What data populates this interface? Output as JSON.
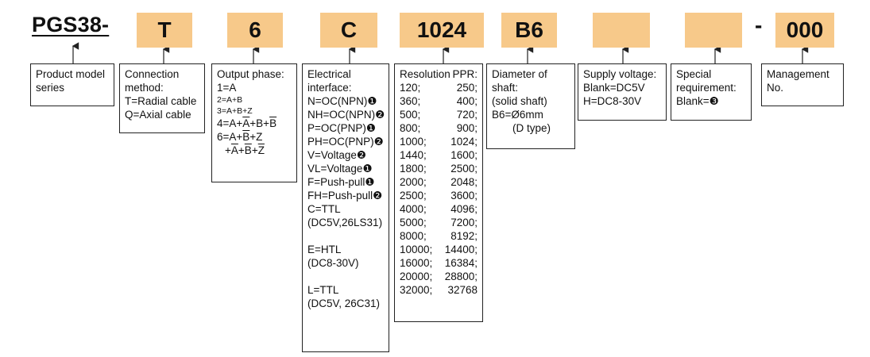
{
  "code": {
    "series": "PGS38-",
    "connection": "T",
    "output": "6",
    "interface": "C",
    "resolution": "1024",
    "shaft": "B6",
    "supply": "",
    "special": "",
    "separator": "-",
    "management": "000"
  },
  "colors": {
    "segment_fill": "#f7c98a",
    "line": "#222222"
  },
  "boxes": {
    "series": [
      "Product model",
      "series"
    ],
    "connection": [
      "Connection",
      "method:",
      "T=Radial cable",
      "Q=Axial cable"
    ],
    "output": {
      "title": "Output phase:",
      "l1": "1=A",
      "l2": "2=A+B",
      "l3": "3=A+B+Z",
      "l4": {
        "a": "4=A+",
        "b": "A",
        "c": "+B+",
        "d": "B"
      },
      "l5": {
        "a": "6=A+",
        "b": "B",
        "c": "+Z"
      },
      "l6": {
        "a": "+",
        "b": "A",
        "c": "+",
        "d": "B",
        "e": "+",
        "f": "Z"
      }
    },
    "interface": [
      "Electrical",
      "interface:",
      "N=OC(NPN)❶",
      "NH=OC(NPN)❷",
      "P=OC(PNP)❶",
      "PH=OC(PNP)❷",
      "V=Voltage❷",
      "VL=Voltage❶",
      "F=Push-pull❶",
      "FH=Push-pull❷",
      "C=TTL",
      "(DC5V,26LS31)",
      "",
      "E=HTL",
      "(DC8-30V)",
      "",
      "L=TTL",
      "(DC5V, 26C31)"
    ],
    "resolution": {
      "header_left": "Resolution",
      "header_right": "PPR:",
      "rows": [
        [
          "120;",
          "250;"
        ],
        [
          "360;",
          "400;"
        ],
        [
          "500;",
          "720;"
        ],
        [
          "800;",
          "900;"
        ],
        [
          "1000;",
          "1024;"
        ],
        [
          "1440;",
          "1600;"
        ],
        [
          "1800;",
          "2500;"
        ],
        [
          "2000;",
          "2048;"
        ],
        [
          "2500;",
          "3600;"
        ],
        [
          "4000;",
          "4096;"
        ],
        [
          "5000;",
          "7200;"
        ],
        [
          "8000;",
          "8192;"
        ],
        [
          "10000;",
          "14400;"
        ],
        [
          "16000;",
          "16384;"
        ],
        [
          "20000;",
          "28800;"
        ],
        [
          "32000;",
          "32768"
        ]
      ]
    },
    "shaft": [
      "Diameter of",
      "shaft:",
      "(solid shaft)",
      "B6=Ø6mm",
      "(D type)"
    ],
    "supply": [
      "Supply voltage:",
      "Blank=DC5V",
      "H=DC8-30V"
    ],
    "special": [
      "Special",
      "requirement:",
      "Blank=❸"
    ],
    "management": [
      "Management",
      "No."
    ]
  }
}
